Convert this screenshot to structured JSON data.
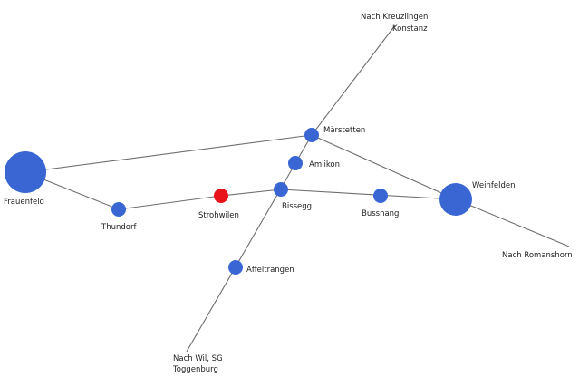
{
  "colors": {
    "town": "#3a66d4",
    "current": "#e8141a",
    "road": "#6e6e6e"
  },
  "places": {
    "frauenfeld": "Frauenfeld",
    "thundorf": "Thundorf",
    "strohwilen": "Strohwilen",
    "bissegg": "Bissegg",
    "amlikon": "Amlikon",
    "maerstetten": "Märstetten",
    "bussnang": "Bussnang",
    "weinfelden": "Weinfelden",
    "affeltrangen": "Affeltrangen"
  },
  "directions": {
    "kreuzlingen_line1": "Nach Kreuzlingen",
    "kreuzlingen_line2": "Konstanz",
    "romanshorn": "Nach Romanshorn",
    "wil_line1": "Nach Wil, SG",
    "wil_line2": "Toggenburg"
  }
}
